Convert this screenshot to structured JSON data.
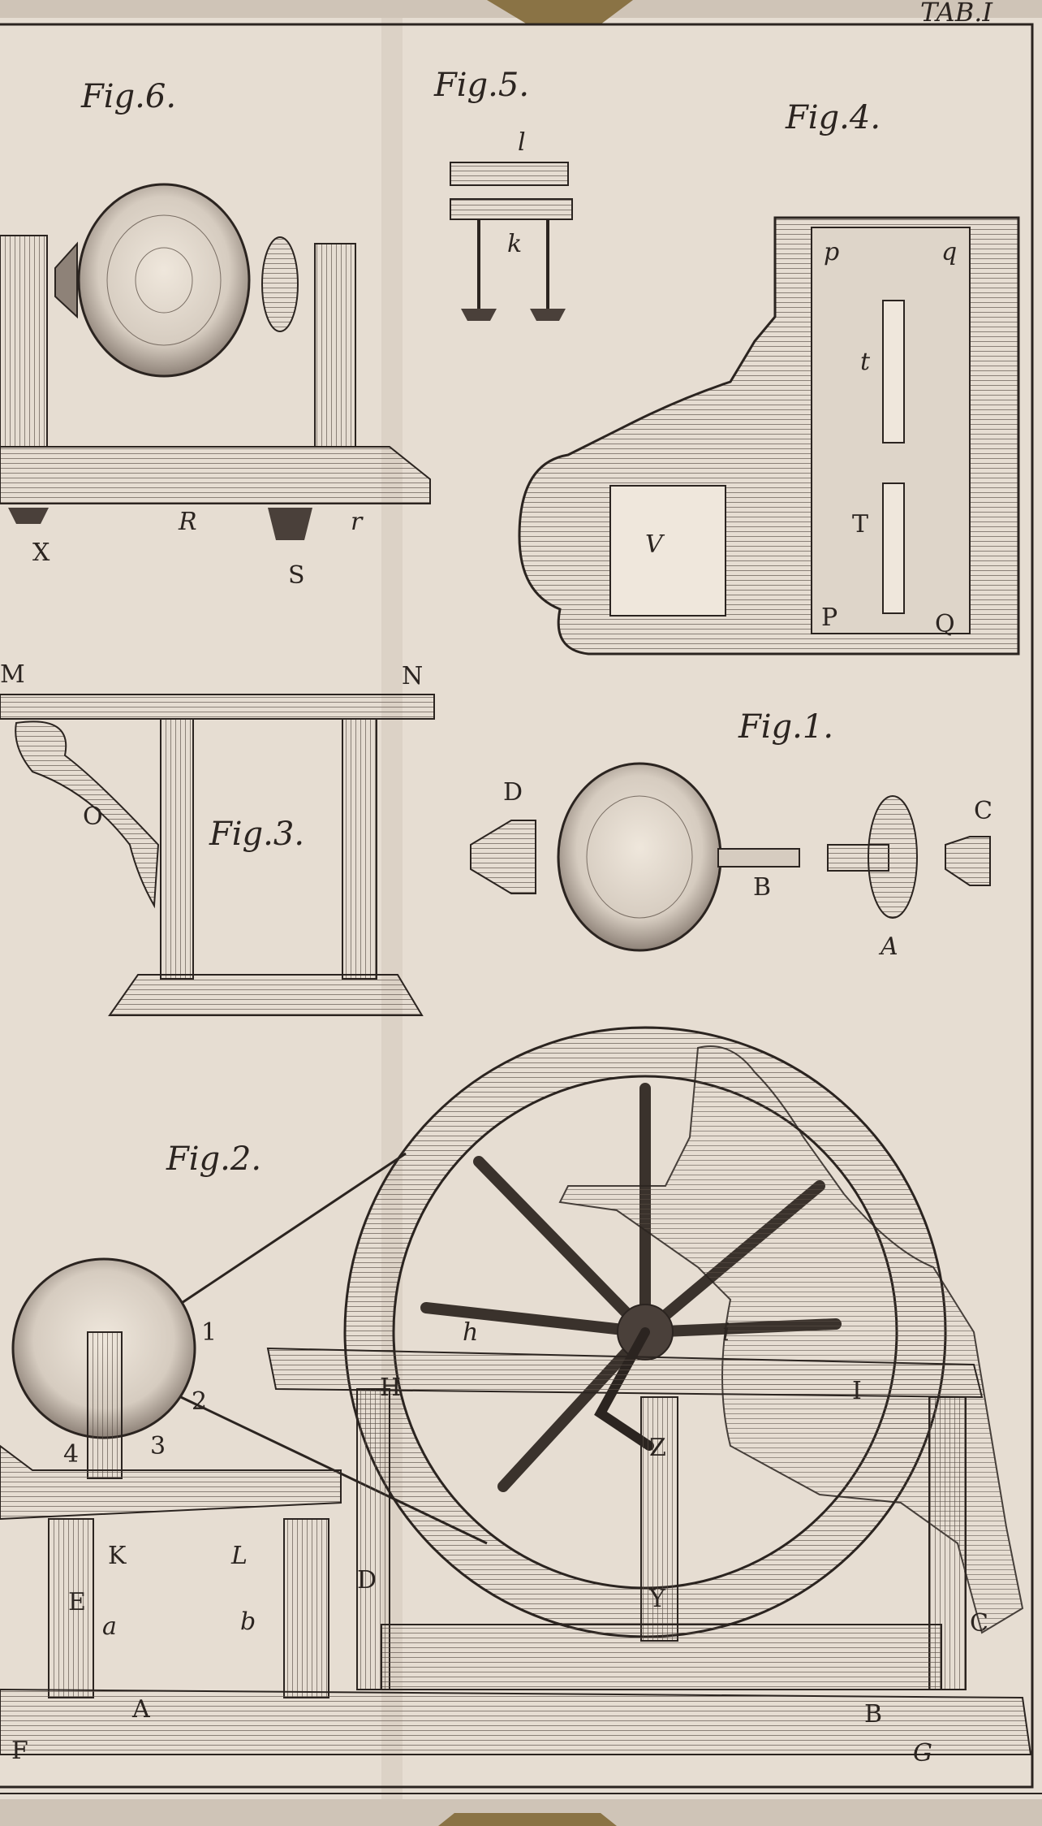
{
  "plate": {
    "header": "TAB.I",
    "colors": {
      "paper": "#e6ddd2",
      "paper_shadow": "#cfc4b7",
      "ink": "#2b2420",
      "hatch": "#5a4f47"
    }
  },
  "figures": {
    "fig1": {
      "title": "Fig.1.",
      "labels": {
        "D": "D",
        "B": "B",
        "A": "A",
        "C": "C"
      }
    },
    "fig2": {
      "title": "Fig.2.",
      "labels": {
        "n1": "1",
        "n2": "2",
        "n3": "3",
        "n4": "4",
        "h": "h",
        "i": "i",
        "H": "H",
        "I": "I",
        "Z": "Z",
        "K": "K",
        "L": "L",
        "D": "D",
        "E": "E",
        "a": "a",
        "b": "b",
        "A": "A",
        "Y": "Y",
        "C": "C",
        "B": "B",
        "F": "F",
        "G": "G"
      }
    },
    "fig3": {
      "title": "Fig.3.",
      "labels": {
        "M": "M",
        "N": "N",
        "O": "O"
      }
    },
    "fig4": {
      "title": "Fig.4.",
      "labels": {
        "p": "p",
        "q": "q",
        "t": "t",
        "T": "T",
        "V": "V",
        "P": "P",
        "Q": "Q"
      }
    },
    "fig5": {
      "title": "Fig.5.",
      "labels": {
        "l": "l",
        "k": "k"
      }
    },
    "fig6": {
      "title": "Fig.6.",
      "labels": {
        "R": "R",
        "r": "r",
        "X": "X",
        "S": "S"
      }
    }
  }
}
